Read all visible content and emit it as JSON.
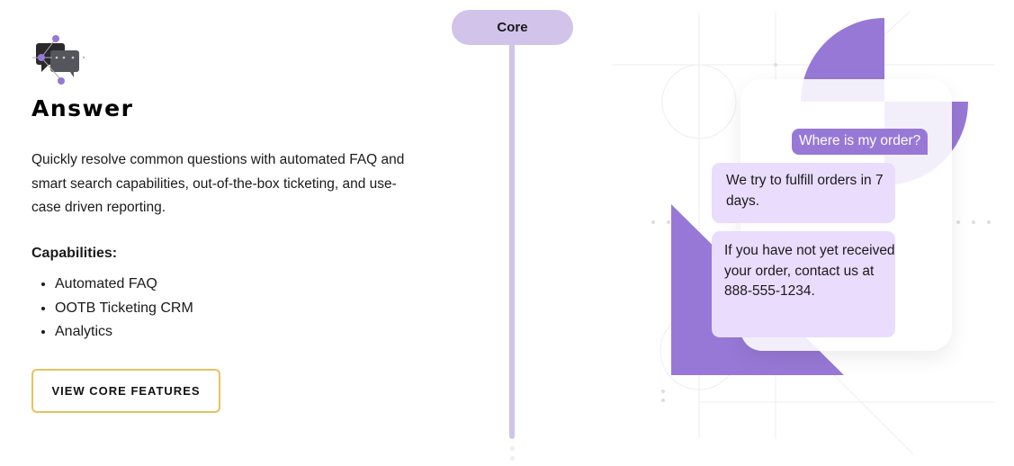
{
  "title": "Answer",
  "description": "Quickly resolve common questions with automated FAQ and smart search capabilities, out-of-the-box ticketing, and use-case driven reporting.",
  "capabilities_label": "Capabilities:",
  "capabilities": [
    "Automated FAQ",
    "OOTB Ticketing CRM",
    "Analytics"
  ],
  "button_label": "VIEW CORE FEATURES",
  "tier_label": "Core",
  "chat": {
    "question": "Where is my order?",
    "answer1": "We try to fulfill orders in 7 days.",
    "answer2": "If you have not yet received your order, contact us at 888-555-1234."
  },
  "colors": {
    "accent": "#9878d6",
    "pill": "#d1c3ea",
    "bubble": "#e9dcfd",
    "button_border": "#e8c262"
  }
}
